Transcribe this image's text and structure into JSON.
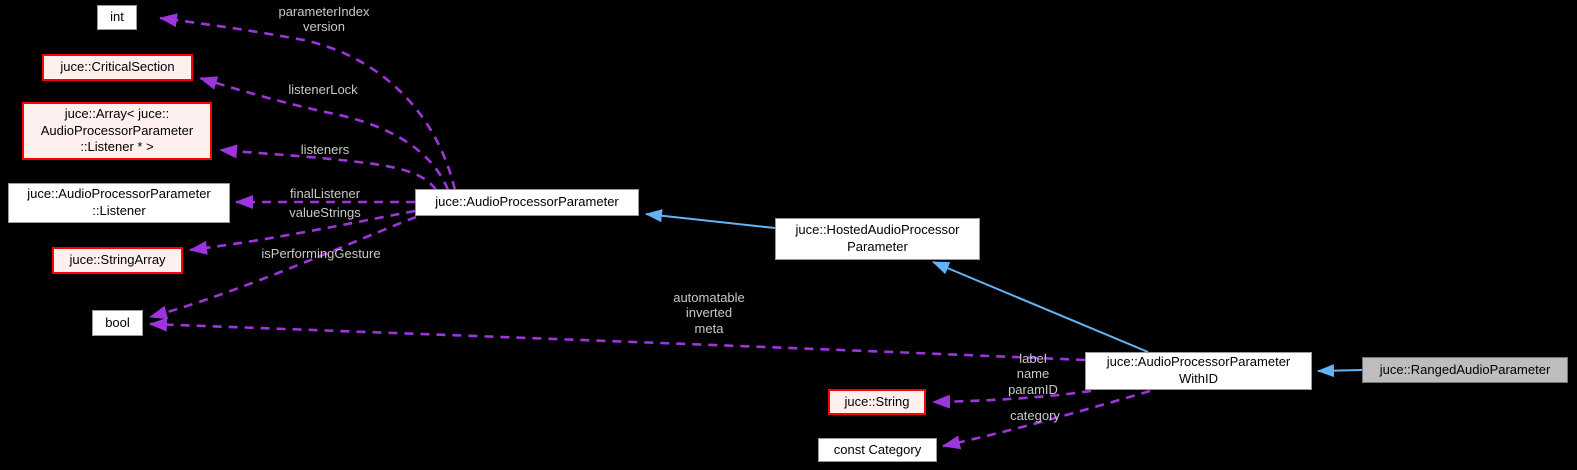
{
  "nodes": {
    "int": "int",
    "critical_section": "juce::CriticalSection",
    "listener_array": "juce::Array< juce::\nAudioProcessorParameter\n::Listener * >",
    "listener": "juce::AudioProcessorParameter\n::Listener",
    "string_array": "juce::StringArray",
    "bool": "bool",
    "audio_processor_parameter": "juce::AudioProcessorParameter",
    "hosted_audio_processor_parameter": "juce::HostedAudioProcessor\nParameter",
    "audio_processor_parameter_with_id": "juce::AudioProcessorParameter\nWithID",
    "ranged_audio_parameter": "juce::RangedAudioParameter",
    "string": "juce::String",
    "const_category": "const Category"
  },
  "edge_labels": {
    "parameter_index_version": "parameterIndex\nversion",
    "listener_lock": "listenerLock",
    "listeners": "listeners",
    "final_listener": "finalListener",
    "value_strings": "valueStrings",
    "is_performing_gesture": "isPerformingGesture",
    "automatable_inverted_meta": "automatable\ninverted\nmeta",
    "label_name_param_id": "label\nname\nparamID",
    "category": "category"
  },
  "colors": {
    "background": "#000000",
    "usage_edge": "#9C35DB",
    "inheritance_edge": "#63B4F6",
    "edge_label_text": "#C8C8C8",
    "node_fill": "#FFFFFF",
    "node_border": "#9A9A9A",
    "truncated_node_fill": "#FFF0F0",
    "truncated_node_border": "#FF0000",
    "current_node_fill": "#BDBDBD",
    "current_node_border": "#757575"
  }
}
